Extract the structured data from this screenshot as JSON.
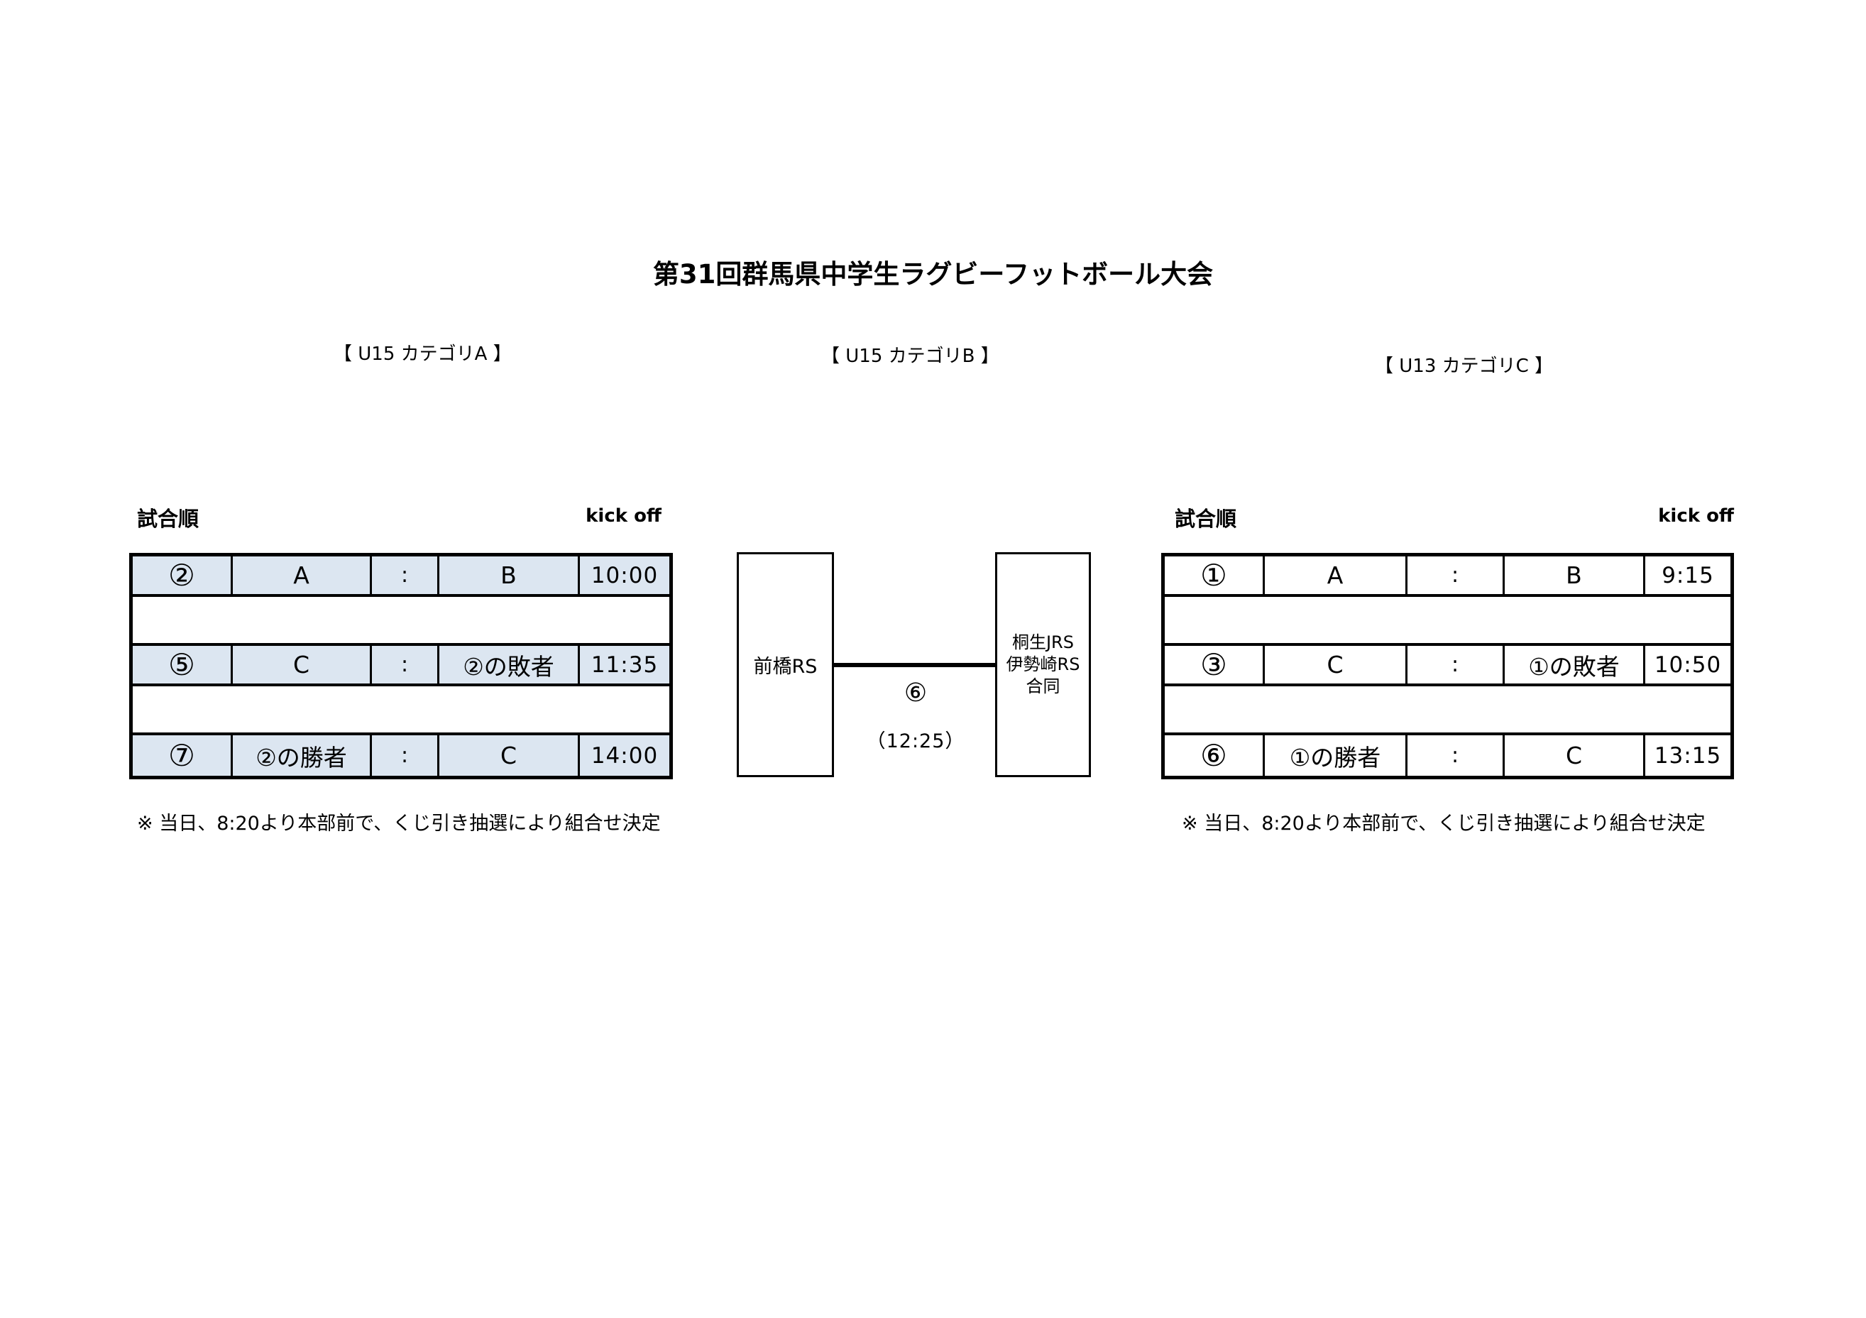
{
  "title": "第31回群馬県中学生ラグビーフットボール大会",
  "categories": [
    {
      "label": "【 U15  カテゴリA 】"
    },
    {
      "label": "【 U15  カテゴリB 】"
    },
    {
      "label": "【 U13  カテゴリC 】"
    }
  ],
  "colors": {
    "category_a_row_fill": "#dce6f1",
    "category_c_row_fill": "#ffffff",
    "border": "#000000",
    "text": "#000000",
    "background": "#ffffff"
  },
  "category_a": {
    "match_order_label": "試合順",
    "kick_off_label": "kick off",
    "rows": [
      {
        "no": "②",
        "home": "A",
        "vs": ":",
        "away": "B",
        "time": "10:00"
      },
      {
        "no": "⑤",
        "home": "C",
        "vs": ":",
        "away": "②の敗者",
        "time": "11:35"
      },
      {
        "no": "⑦",
        "home": "②の勝者",
        "vs": ":",
        "away": "C",
        "time": "14:00"
      }
    ],
    "note": "※ 当日、8:20より本部前で、くじ引き抽選により組合せ決定"
  },
  "category_b": {
    "team_left": "前橋RS",
    "team_right_lines": [
      "桐生JRS",
      "伊勢崎RS",
      "合同"
    ],
    "match_no": "⑥",
    "kick_off_time": "（12:25）"
  },
  "category_c": {
    "match_order_label": "試合順",
    "kick_off_label": "kick off",
    "rows": [
      {
        "no": "①",
        "home": "A",
        "vs": ":",
        "away": "B",
        "time": "9:15"
      },
      {
        "no": "③",
        "home": "C",
        "vs": ":",
        "away": "①の敗者",
        "time": "10:50"
      },
      {
        "no": "⑥",
        "home": "①の勝者",
        "vs": ":",
        "away": "C",
        "time": "13:15"
      }
    ],
    "note": "※ 当日、8:20より本部前で、くじ引き抽選により組合せ決定"
  }
}
